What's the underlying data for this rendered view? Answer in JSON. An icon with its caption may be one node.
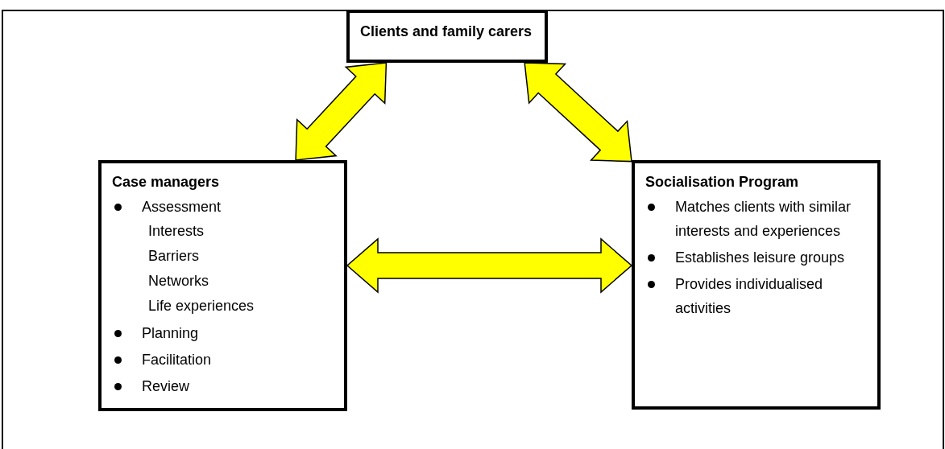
{
  "diagram": {
    "nodes": [
      {
        "text": [
          "Clients and family carers"
        ]
      },
      {
        "text": [
          "Case managers",
          "Assessment",
          "Interests",
          "Barriers",
          "Networks",
          "Life experiences",
          "Planning",
          "Facilitation",
          "Review"
        ]
      },
      {
        "text": [
          "Socialisation Program",
          "Matches clients with similar interests and experiences",
          "Establishes leisure groups",
          "Provides individualised activities"
        ]
      }
    ],
    "edges": [
      {
        "from": 0,
        "to": 1,
        "arrow": "both"
      },
      {
        "from": 0,
        "to": 2,
        "arrow": "both"
      },
      {
        "from": 1,
        "to": 2,
        "arrow": "both"
      }
    ]
  }
}
